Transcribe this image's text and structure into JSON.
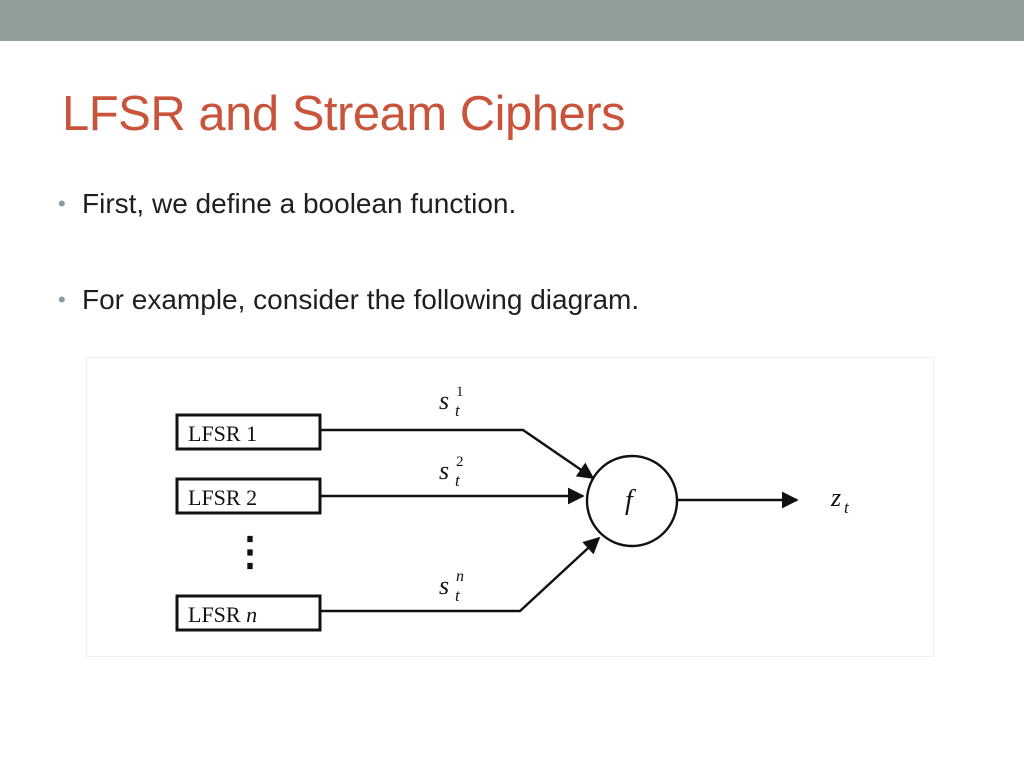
{
  "slide": {
    "title": "LFSR and Stream Ciphers",
    "bullets": [
      "First, we define a boolean function.",
      "For example, consider the following diagram."
    ]
  },
  "diagram": {
    "boxes": [
      {
        "label": "LFSR 1"
      },
      {
        "label": "LFSR 2"
      },
      {
        "label_prefix": "LFSR",
        "label_var": "n"
      }
    ],
    "signals": [
      {
        "base": "s",
        "sub": "t",
        "sup": "1"
      },
      {
        "base": "s",
        "sub": "t",
        "sup": "2"
      },
      {
        "base": "s",
        "sub": "t",
        "sup": "n"
      }
    ],
    "function": "f",
    "output": {
      "base": "z",
      "sub": "t"
    },
    "ellipsis": "⋮"
  },
  "colors": {
    "title": "#c9533b",
    "topbar": "#919f98",
    "text": "#1f1f1f",
    "bullet": "#8c9aa3"
  }
}
